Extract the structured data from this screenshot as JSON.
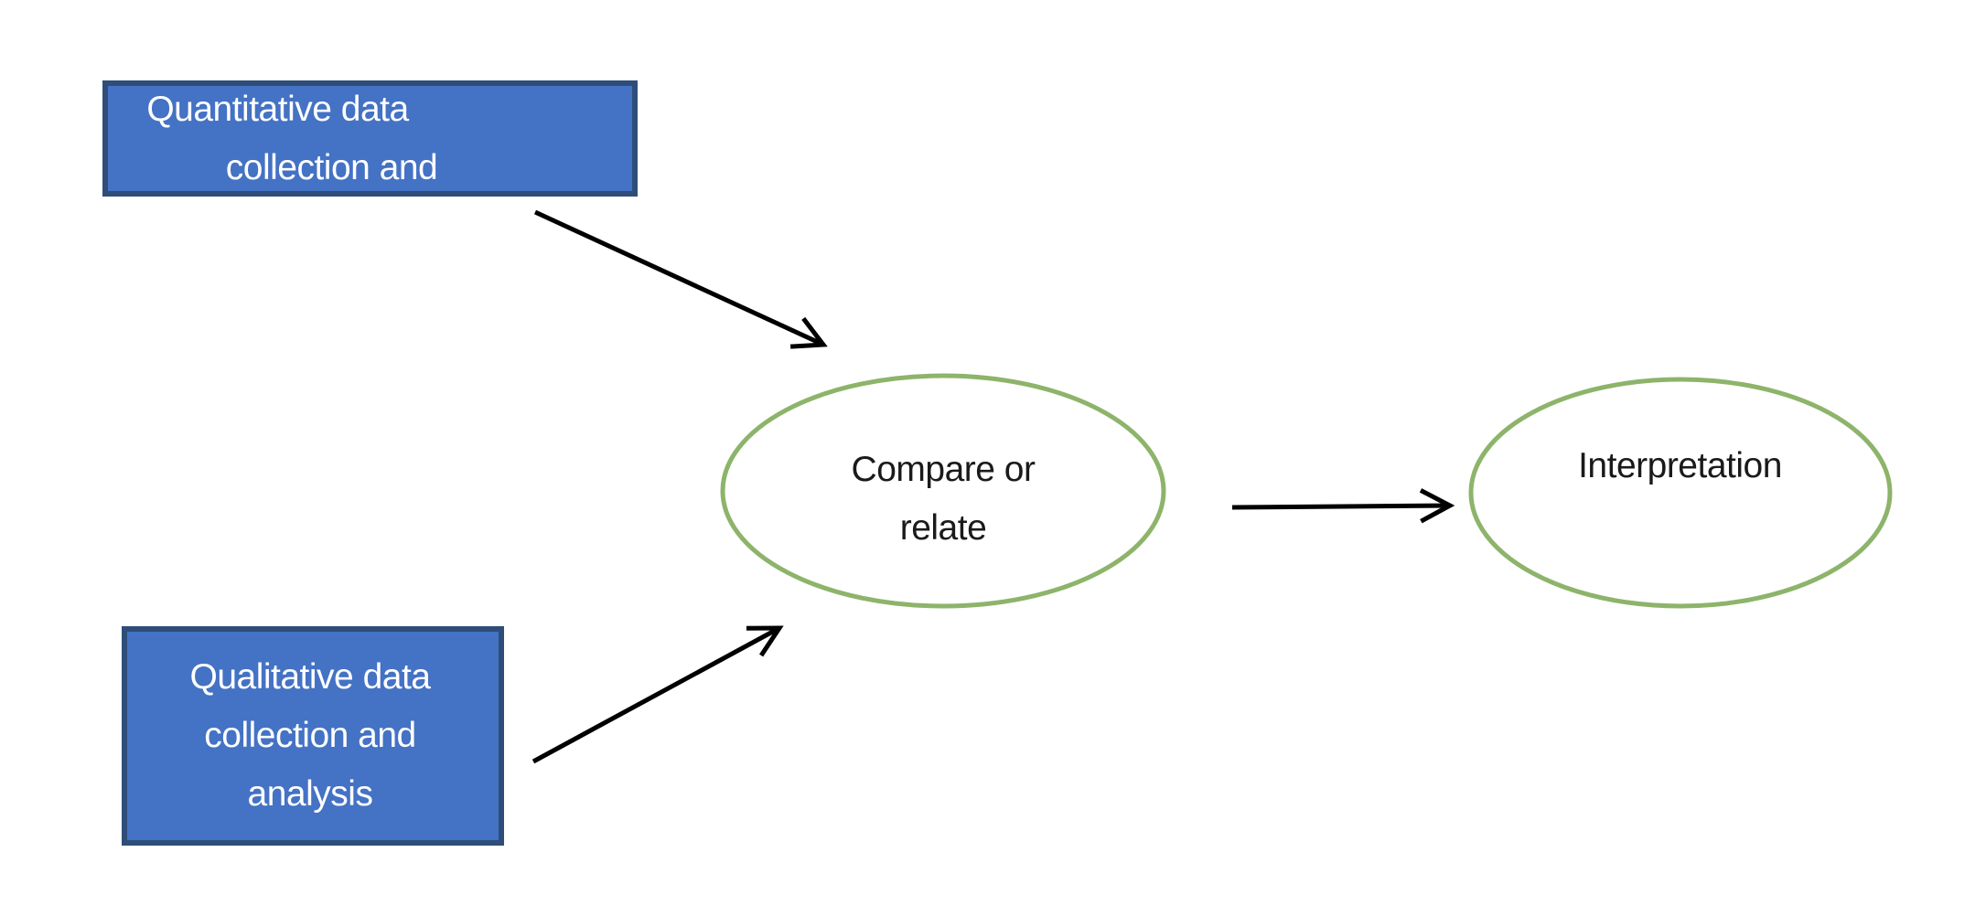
{
  "diagram": {
    "nodes": [
      {
        "id": "quantitative-box",
        "shape": "rectangle",
        "lines": [
          "Quantitative data",
          "collection and"
        ]
      },
      {
        "id": "qualitative-box",
        "shape": "rectangle",
        "lines": [
          "Qualitative data",
          "collection and",
          "analysis"
        ]
      },
      {
        "id": "compare-relate-ellipse",
        "shape": "ellipse",
        "lines": [
          "Compare or",
          "relate"
        ]
      },
      {
        "id": "interpretation-ellipse",
        "shape": "ellipse",
        "lines": [
          "Interpretation"
        ]
      }
    ],
    "connectors": [
      {
        "from": "quantitative-box",
        "to": "compare-relate-ellipse",
        "style": "straight-arrow"
      },
      {
        "from": "qualitative-box",
        "to": "compare-relate-ellipse",
        "style": "straight-arrow"
      },
      {
        "from": "compare-relate-ellipse",
        "to": "interpretation-ellipse",
        "style": "straight-arrow"
      }
    ],
    "colors": {
      "background": "#ffffff",
      "rect_fill": "#4472c4",
      "rect_border": "#2e4e79",
      "rect_text": "#ffffff",
      "ellipse_stroke": "#8db46a",
      "ellipse_fill": "#ffffff",
      "ellipse_text": "#1a1a1a",
      "arrow": "#000000"
    }
  }
}
